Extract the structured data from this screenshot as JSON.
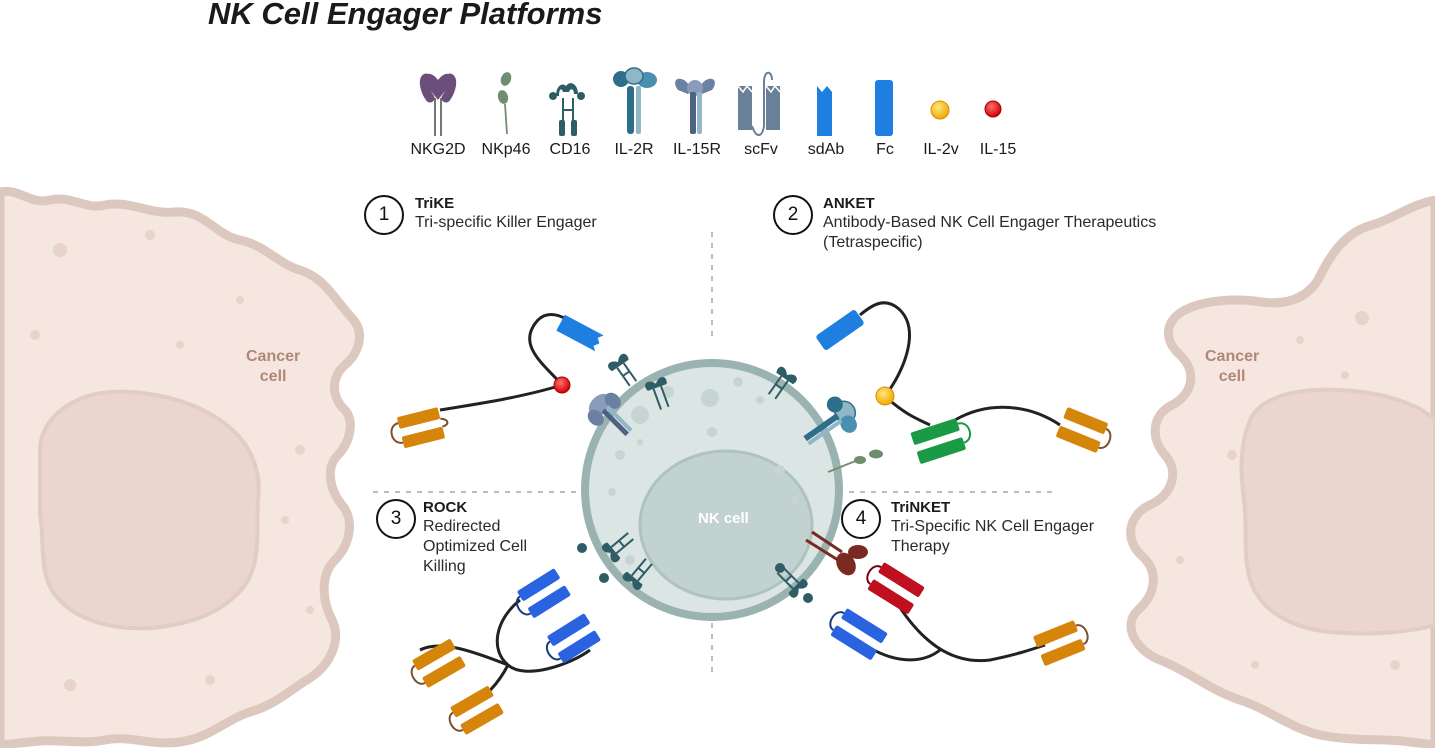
{
  "title": "NK Cell Engager Platforms",
  "legend": [
    {
      "label": "NKG2D",
      "icon": "nkg2d-receptor-icon",
      "color": "#6b4f7a"
    },
    {
      "label": "NKp46",
      "icon": "nkp46-receptor-icon",
      "color": "#6f8e70"
    },
    {
      "label": "CD16",
      "icon": "cd16-receptor-icon",
      "color": "#2f5d66"
    },
    {
      "label": "IL-2R",
      "icon": "il2r-receptor-icon",
      "color": "#3f7c99"
    },
    {
      "label": "IL-15R",
      "icon": "il15r-receptor-icon",
      "color": "#6c80a3"
    },
    {
      "label": "scFv",
      "icon": "scfv-icon",
      "color": "#6a7f98"
    },
    {
      "label": "sdAb",
      "icon": "sdab-icon",
      "color": "#1f7fe0"
    },
    {
      "label": "Fc",
      "icon": "fc-icon",
      "color": "#1f7fe0"
    },
    {
      "label": "IL-2v",
      "icon": "il2v-icon",
      "color": "#f5b400"
    },
    {
      "label": "IL-15",
      "icon": "il15-icon",
      "color": "#e01010"
    }
  ],
  "platforms": [
    {
      "number": "1",
      "name": "TriKE",
      "description_lines": [
        "Tri-specific Killer Engager"
      ]
    },
    {
      "number": "2",
      "name": "ANKET",
      "description_lines": [
        "Antibody-Based NK Cell Engager Therapeutics",
        "(Tetraspecific)"
      ]
    },
    {
      "number": "3",
      "name": "ROCK",
      "description_lines": [
        "Redirected",
        "Optimized Cell",
        "Killing"
      ]
    },
    {
      "number": "4",
      "name": "TriNKET",
      "description_lines": [
        "Tri-Specific NK Cell Engager",
        "Therapy"
      ]
    }
  ],
  "cells": {
    "cancer_left": [
      "Cancer",
      "cell"
    ],
    "cancer_right": [
      "Cancer",
      "cell"
    ],
    "nk": "NK cell"
  },
  "colors": {
    "cancer_fill": "#f5e6e0",
    "cancer_outline": "#dcc8bf",
    "nucleus_fill": "#ead6cf",
    "nk_fill": "#dbe5e4",
    "nk_outline": "#9bb3b0",
    "nk_nucleus": "#c2d2d1",
    "orange_domain": "#d4850a",
    "green_domain": "#1a9a45",
    "blue_domain": "#2a63e0",
    "red_domain": "#c01020",
    "linker": "#222222"
  }
}
